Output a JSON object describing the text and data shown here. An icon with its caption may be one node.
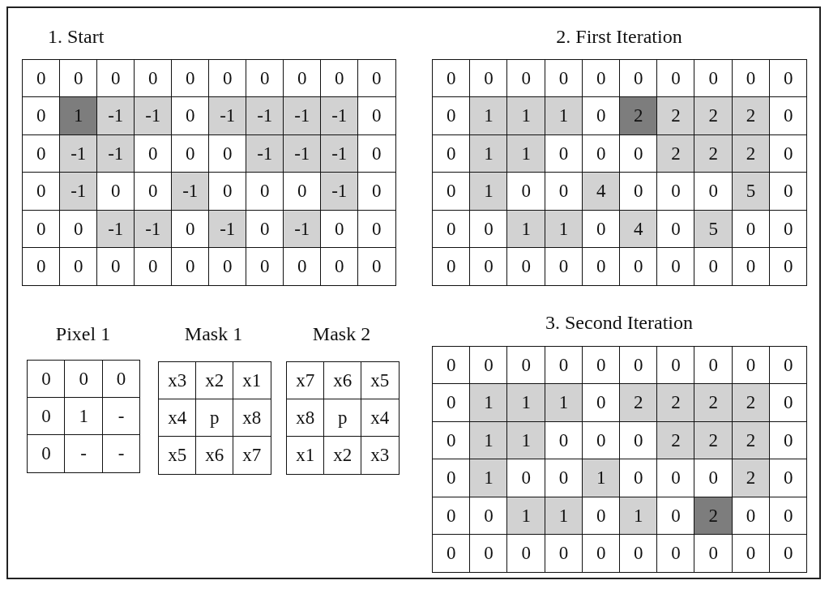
{
  "diagram": {
    "labels": [
      "1. Start",
      "0",
      "0",
      "0",
      "0",
      "0",
      "0",
      "0",
      "0",
      "0",
      "0",
      "0",
      "1",
      "-1",
      "-1",
      "0",
      "-1",
      "-1",
      "-1",
      "-1",
      "0",
      "0",
      "-1",
      "-1",
      "0",
      "0",
      "0",
      "-1",
      "-1",
      "-1",
      "0",
      "0",
      "-1",
      "0",
      "0",
      "-1",
      "0",
      "0",
      "0",
      "-1",
      "0",
      "0",
      "0",
      "-1",
      "-1",
      "0",
      "-1",
      "0",
      "-1",
      "0",
      "0",
      "0",
      "0",
      "0",
      "0",
      "0",
      "0",
      "0",
      "0",
      "0",
      "0",
      "2. First Iteration",
      "0",
      "0",
      "0",
      "0",
      "0",
      "0",
      "0",
      "0",
      "0",
      "0",
      "0",
      "1",
      "1",
      "1",
      "0",
      "2",
      "2",
      "2",
      "2",
      "0",
      "0",
      "1",
      "1",
      "0",
      "0",
      "0",
      "2",
      "2",
      "2",
      "0",
      "0",
      "1",
      "0",
      "0",
      "4",
      "0",
      "0",
      "0",
      "5",
      "0",
      "0",
      "0",
      "1",
      "1",
      "0",
      "4",
      "0",
      "5",
      "0",
      "0",
      "0",
      "0",
      "0",
      "0",
      "0",
      "0",
      "0",
      "0",
      "0",
      "0",
      "Pixel 1",
      "Mask 1",
      "Mask 2",
      "0",
      "0",
      "0",
      "0",
      "1",
      "-",
      "0",
      "-",
      "-",
      "x3",
      "x2",
      "x1",
      "x4",
      "p",
      "x8",
      "x5",
      "x6",
      "x7",
      "x7",
      "x6",
      "x5",
      "x8",
      "p",
      "x4",
      "x1",
      "x2",
      "x3",
      "3. Second Iteration",
      "0",
      "0",
      "0",
      "0",
      "0",
      "0",
      "0",
      "0",
      "0",
      "0",
      "0",
      "1",
      "1",
      "1",
      "0",
      "2",
      "2",
      "2",
      "2",
      "0",
      "0",
      "1",
      "1",
      "0",
      "0",
      "0",
      "2",
      "2",
      "2",
      "0",
      "0",
      "1",
      "0",
      "0",
      "1",
      "0",
      "0",
      "0",
      "2",
      "0",
      "0",
      "0",
      "1",
      "1",
      "0",
      "1",
      "0",
      "2",
      "0",
      "0",
      "0",
      "0",
      "0",
      "0",
      "0",
      "0",
      "0",
      "0",
      "0",
      "0"
    ]
  }
}
